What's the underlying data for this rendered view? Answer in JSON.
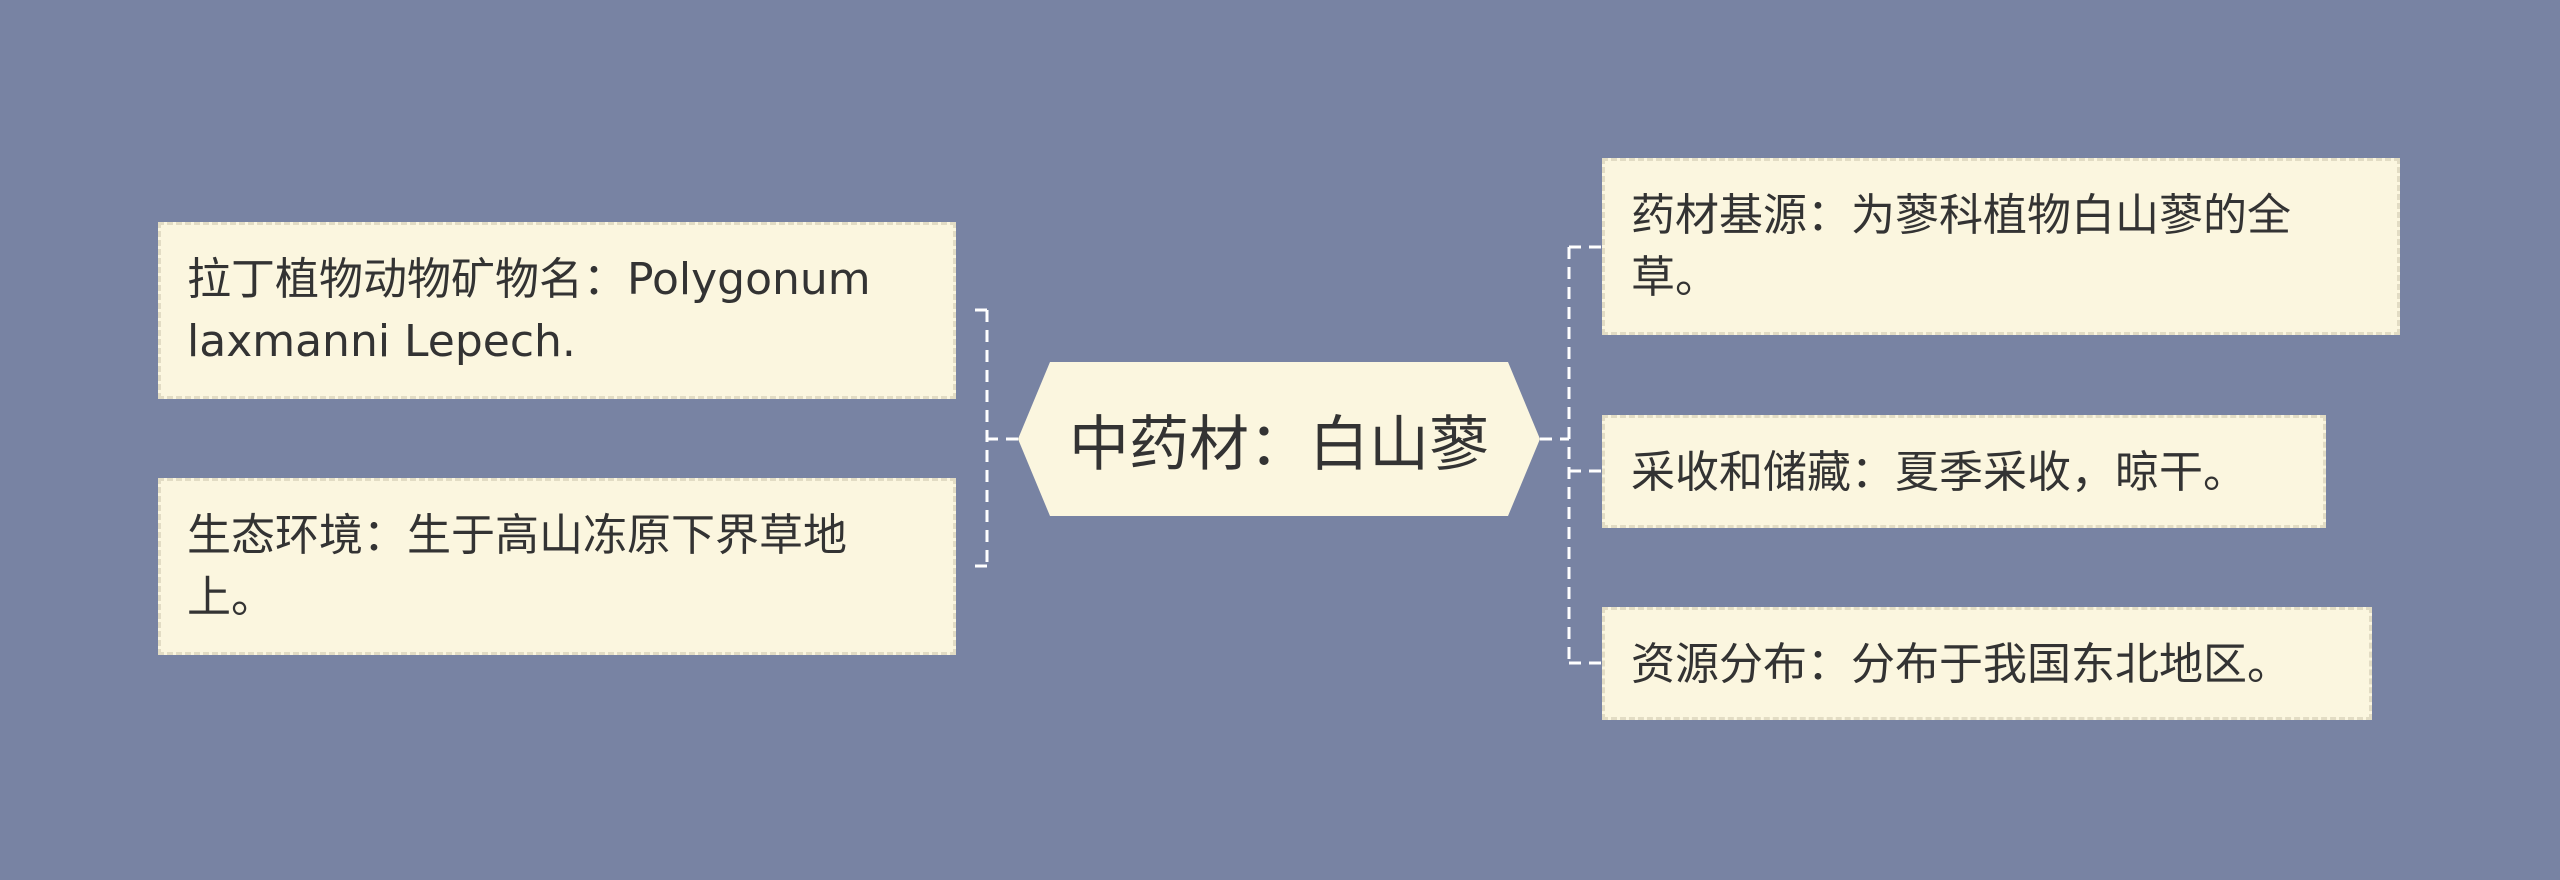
{
  "central_topic": {
    "text": "中药材：白山蓼"
  },
  "left_branches": [
    {
      "text": "拉丁植物动物矿物名：Polygonum laxmanni Lepech."
    },
    {
      "text": "生态环境：生于高山冻原下界草地上。"
    }
  ],
  "right_branches": [
    {
      "text": "药材基源：为蓼科植物白山蓼的全草。"
    },
    {
      "text": "采收和储藏：夏季采收，晾干。"
    },
    {
      "text": "资源分布：分布于我国东北地区。"
    }
  ],
  "colors": {
    "background": "#7883a3",
    "node_fill": "#fbf6df",
    "node_border": "#e2dcc4",
    "connector": "#ffffff",
    "text": "#333333"
  }
}
